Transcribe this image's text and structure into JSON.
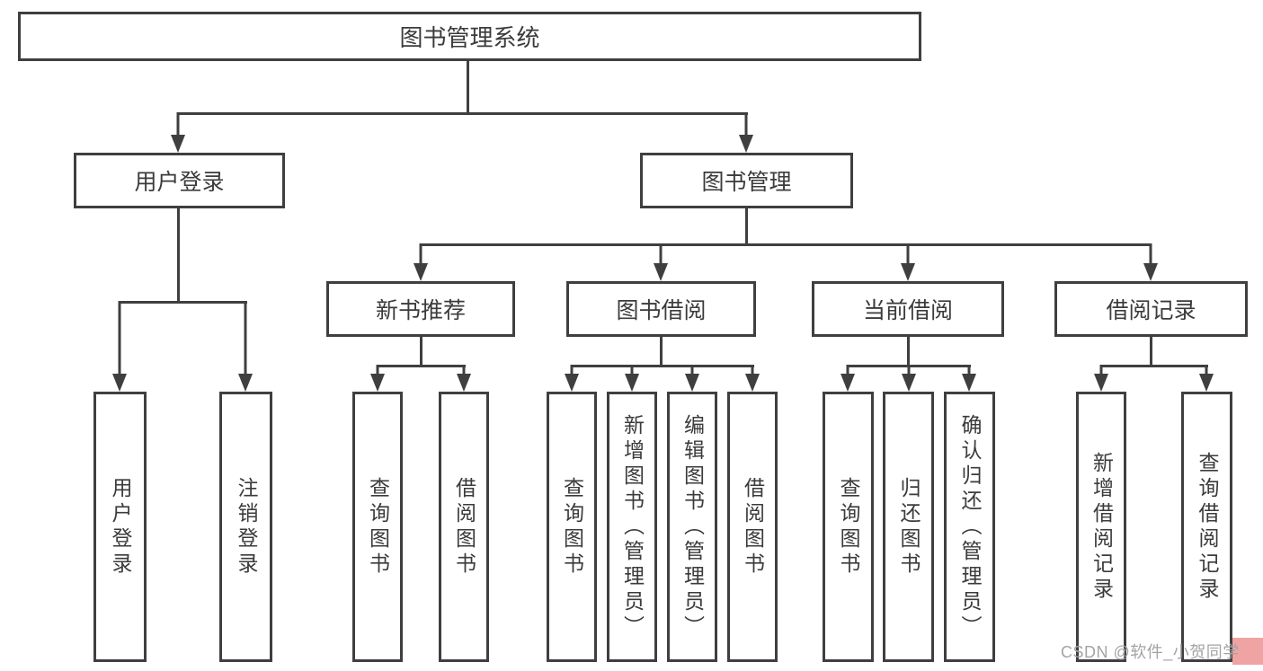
{
  "tree": {
    "root": "图书管理系统",
    "children": [
      {
        "label": "用户登录",
        "children": [
          "用户登录",
          "注销登录"
        ]
      },
      {
        "label": "图书管理",
        "children": [
          {
            "label": "新书推荐",
            "children": [
              "查询图书",
              "借阅图书"
            ]
          },
          {
            "label": "图书借阅",
            "children": [
              "查询图书",
              "新增图书（管理员）",
              "编辑图书（管理员）",
              "借阅图书"
            ]
          },
          {
            "label": "当前借阅",
            "children": [
              "查询图书",
              "归还图书",
              "确认归还（管理员）"
            ]
          },
          {
            "label": "借阅记录",
            "children": [
              "新增借阅记录",
              "查询借阅记录"
            ]
          }
        ]
      }
    ]
  },
  "watermark": {
    "text": "CSDN @软件_小贺同学"
  },
  "colors": {
    "line": "#3f3f3f",
    "text": "#3b3b3b",
    "background": "#ffffff",
    "watermark_text": "#a4a4a4",
    "watermark_accent": "#efa3a3"
  }
}
